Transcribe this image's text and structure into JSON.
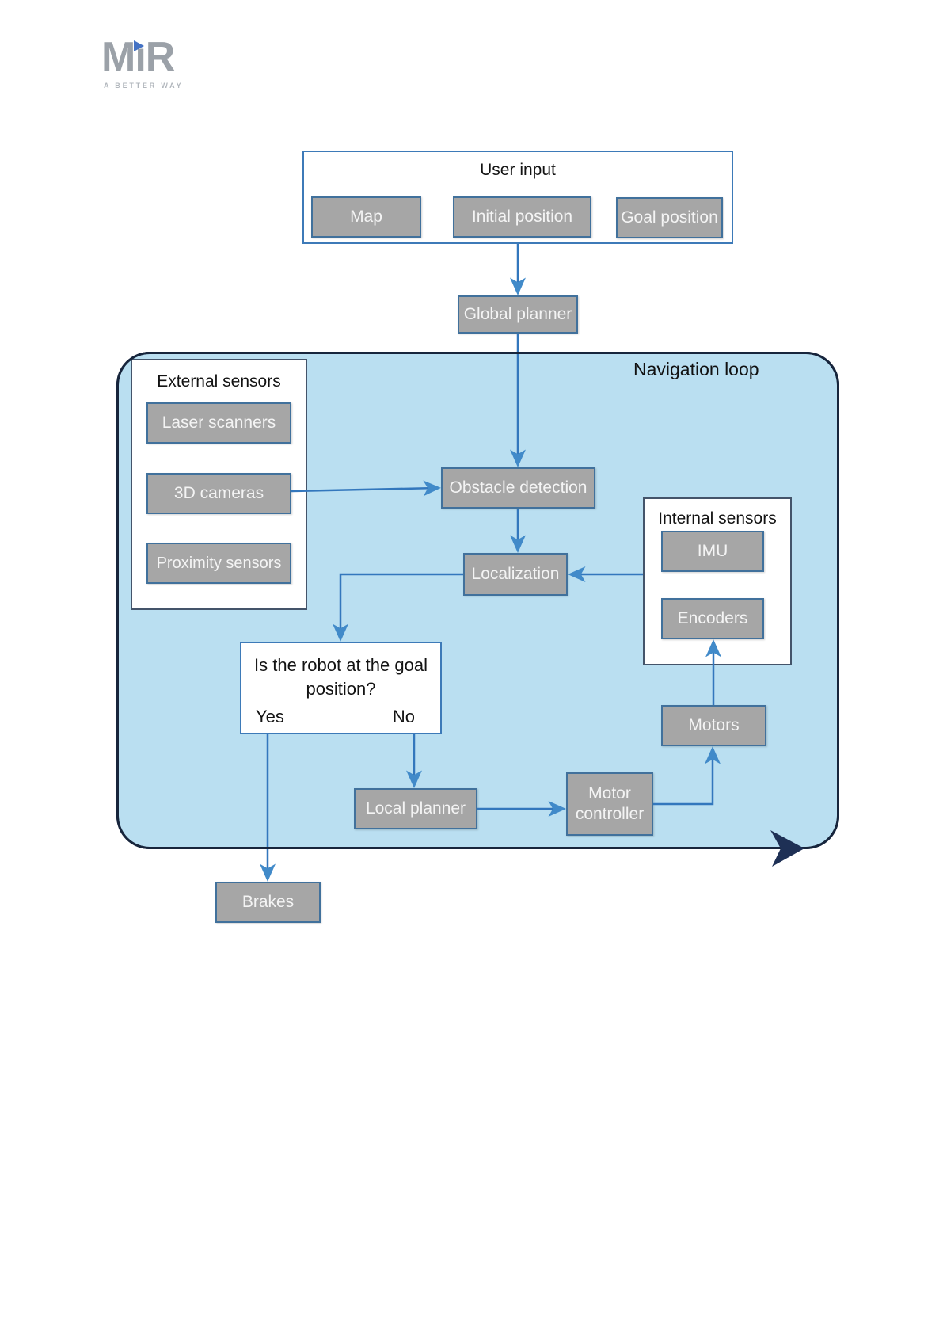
{
  "logo": {
    "brand": "MiR",
    "parts": [
      "M",
      "ı",
      "R"
    ],
    "tagline": "A BETTER WAY"
  },
  "diagram": {
    "user_input": {
      "title": "User input",
      "items": [
        "Map",
        "Initial position",
        "Goal position"
      ]
    },
    "global_planner": "Global planner",
    "navigation_loop_label": "Navigation loop",
    "external_sensors": {
      "title": "External sensors",
      "items": [
        "Laser scanners",
        "3D cameras",
        "Proximity sensors"
      ]
    },
    "obstacle_detection": "Obstacle detection",
    "localization": "Localization",
    "internal_sensors": {
      "title": "Internal sensors",
      "items": [
        "IMU",
        "Encoders"
      ]
    },
    "decision": {
      "question": "Is the robot at the goal position?",
      "yes_label": "Yes",
      "no_label": "No"
    },
    "local_planner": "Local planner",
    "motor_controller": "Motor controller",
    "motors": "Motors",
    "brakes": "Brakes",
    "connections": [
      {
        "from": "User input",
        "to": "Global planner"
      },
      {
        "from": "Global planner",
        "to": "Obstacle detection"
      },
      {
        "from": "3D cameras",
        "to": "Obstacle detection"
      },
      {
        "from": "Obstacle detection",
        "to": "Localization"
      },
      {
        "from": "Internal sensors",
        "to": "Localization"
      },
      {
        "from": "Localization",
        "to": "Is the robot at the goal position?"
      },
      {
        "from": "Yes",
        "to": "Brakes"
      },
      {
        "from": "No",
        "to": "Local planner"
      },
      {
        "from": "Local planner",
        "to": "Motor controller"
      },
      {
        "from": "Motor controller",
        "to": "Motors"
      },
      {
        "from": "Motors",
        "to": "Encoders"
      }
    ]
  },
  "colors": {
    "loop_fill": "#badff1",
    "loop_border": "#17253c",
    "loop_direction_arrow": "#1e3055",
    "arrow_line": "#3377bd",
    "arrow_head": "#418ac9",
    "gray_box_fill": "#a6a6a6",
    "gray_box_border": "#41719c",
    "blue_container_border": "#3d7ab8",
    "sensor_container_border": "#44546a",
    "logo_gray": "#9ba1a8",
    "logo_blue": "#4472c4"
  }
}
